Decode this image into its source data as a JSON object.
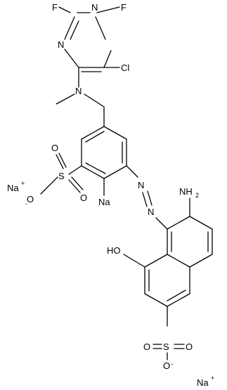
{
  "molecule": {
    "labels": {
      "f_top_left": "F",
      "f_top_right": "F",
      "n_ring_top": "N",
      "n_ring_left": "N",
      "cl": "Cl",
      "n_amine": "N",
      "na_ion_left": "Na",
      "na_ion_left_charge": "+",
      "s_upper": "S",
      "o_upper_top": "O",
      "o_upper_right": "O",
      "o_upper_minus": "O",
      "o_upper_minus_charge": "-",
      "na_atom": "Na",
      "n_azo_1": "N",
      "n_azo_2": "N",
      "nh2": "NH",
      "nh2_sub": "2",
      "oh": "HO",
      "s_lower": "S",
      "o_lower_left": "O",
      "o_lower_right": "O",
      "o_lower_minus": "O",
      "o_lower_minus_charge": "-",
      "na_ion_bottom": "Na",
      "na_ion_bottom_charge": "+"
    }
  }
}
